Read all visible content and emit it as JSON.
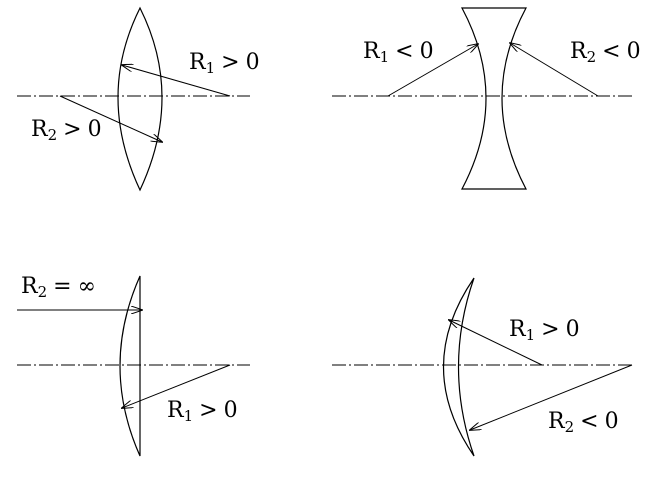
{
  "colors": {
    "line": "#000000",
    "background": "#ffffff"
  },
  "diagrams": [
    {
      "name": "biconvex-lens",
      "labels": [
        {
          "id": "r1",
          "letter": "R",
          "sub": "1",
          "rel": ">",
          "val": "0"
        },
        {
          "id": "r2",
          "letter": "R",
          "sub": "2",
          "rel": ">",
          "val": "0"
        }
      ]
    },
    {
      "name": "biconcave-lens",
      "labels": [
        {
          "id": "r1",
          "letter": "R",
          "sub": "1",
          "rel": "<",
          "val": "0"
        },
        {
          "id": "r2",
          "letter": "R",
          "sub": "2",
          "rel": "<",
          "val": "0"
        }
      ]
    },
    {
      "name": "plano-convex-lens",
      "labels": [
        {
          "id": "r2",
          "letter": "R",
          "sub": "2",
          "rel": "=",
          "val": "∞"
        },
        {
          "id": "r1",
          "letter": "R",
          "sub": "1",
          "rel": ">",
          "val": "0"
        }
      ]
    },
    {
      "name": "meniscus-lens",
      "labels": [
        {
          "id": "r1",
          "letter": "R",
          "sub": "1",
          "rel": ">",
          "val": "0"
        },
        {
          "id": "r2",
          "letter": "R",
          "sub": "2",
          "rel": "<",
          "val": "0"
        }
      ]
    }
  ]
}
